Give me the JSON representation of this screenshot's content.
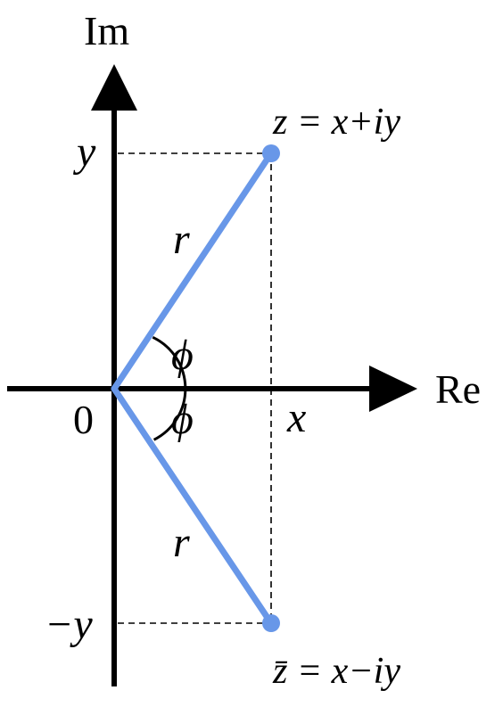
{
  "axes": {
    "imaginary_label": "Im",
    "real_label": "Re",
    "origin_label": "0"
  },
  "ticks": {
    "y_positive": "y",
    "y_negative": "−y",
    "x": "x"
  },
  "points": {
    "z_label": "z = x+iy",
    "z_conjugate_label": "z̄ = x−iy"
  },
  "segments": {
    "upper_modulus_label": "r",
    "lower_modulus_label": "r"
  },
  "angles": {
    "upper_label": "ϕ",
    "lower_label": "ϕ"
  },
  "colors": {
    "vector": "#6897e8",
    "axis": "#000000",
    "guide": "#000000"
  }
}
